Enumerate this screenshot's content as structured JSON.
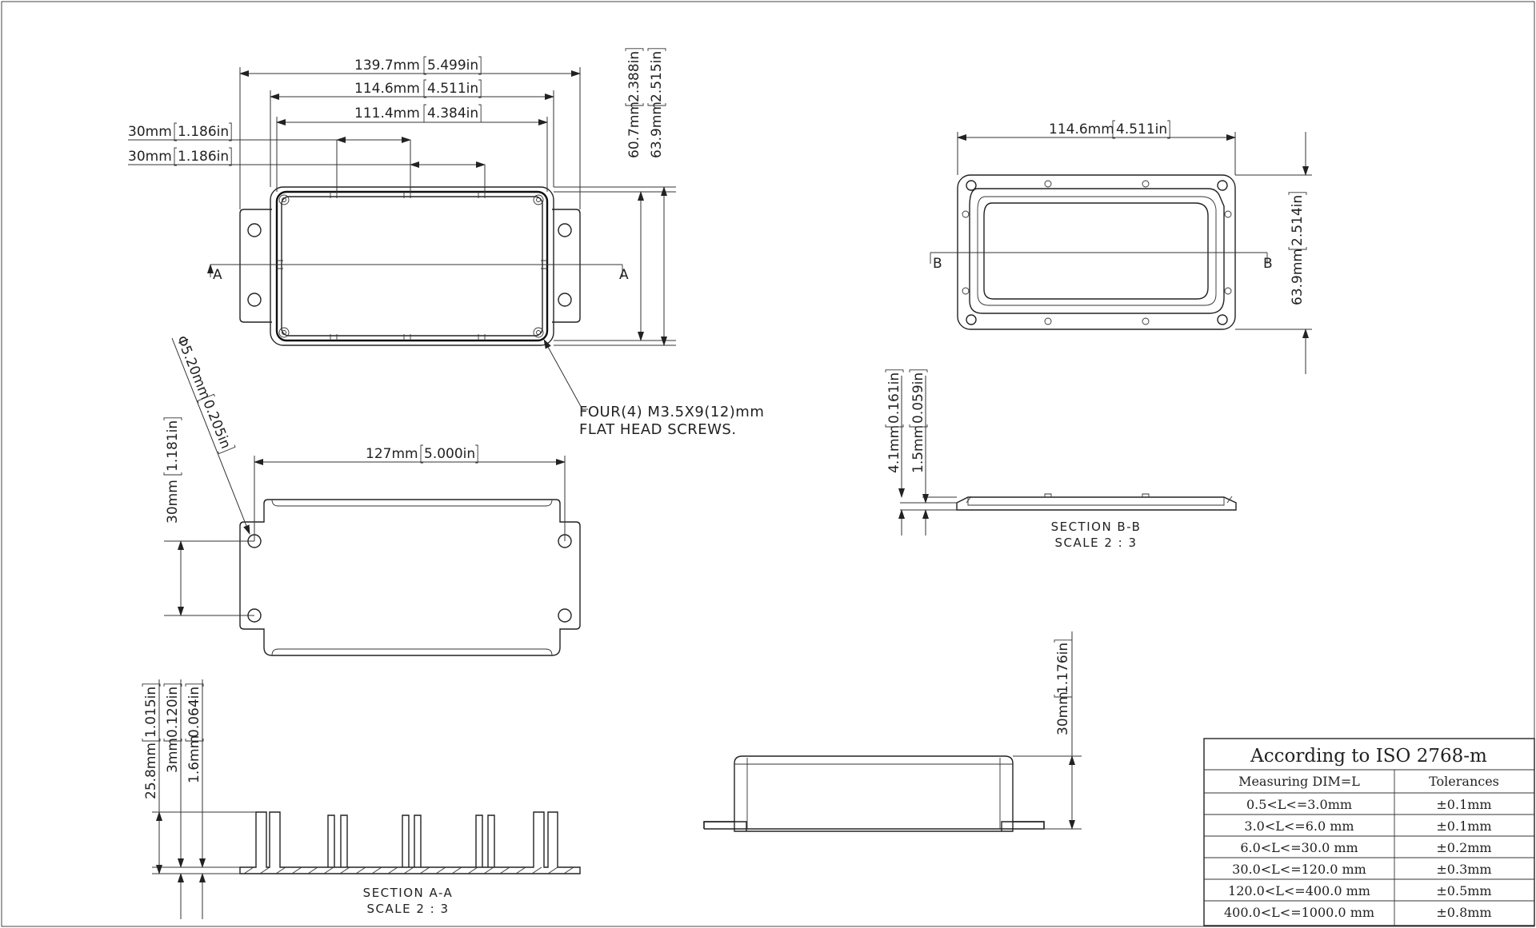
{
  "dims": {
    "top_overall": {
      "mm": "139.7mm",
      "inch": "5.499in"
    },
    "top_inner1": {
      "mm": "114.6mm",
      "inch": "4.511in"
    },
    "top_inner2": {
      "mm": "111.4mm",
      "inch": "4.384in"
    },
    "rib_spacing_1": {
      "mm": "30mm",
      "inch": "1.186in"
    },
    "rib_spacing_2": {
      "mm": "30mm",
      "inch": "1.186in"
    },
    "top_height_1": {
      "mm": "60.7mm",
      "inch": "2.388in"
    },
    "top_height_2": {
      "mm": "63.9mm",
      "inch": "2.515in"
    },
    "lid_width": {
      "mm": "114.6mm",
      "inch": "4.511in"
    },
    "lid_height": {
      "mm": "63.9mm",
      "inch": "2.514in"
    },
    "hole_dia": {
      "mm": "Φ5.20mm",
      "inch": "0.205in"
    },
    "flange_pitch": {
      "mm": "127mm",
      "inch": "5.000in"
    },
    "flange_height": {
      "mm": "30mm",
      "inch": "1.181in"
    },
    "lid_thick_1": {
      "mm": "4.1mm",
      "inch": "0.161in"
    },
    "lid_thick_2": {
      "mm": "1.5mm",
      "inch": "0.059in"
    },
    "box_height": {
      "mm": "25.8mm",
      "inch": "1.015in"
    },
    "wall_1": {
      "mm": "3mm",
      "inch": "0.120in"
    },
    "wall_2": {
      "mm": "1.6mm",
      "inch": "0.064in"
    },
    "side_height": {
      "mm": "30mm",
      "inch": "1.176in"
    }
  },
  "markers": {
    "a": "A",
    "b": "B"
  },
  "notes": {
    "screws_line1": "FOUR(4) M3.5X9(12)mm",
    "screws_line2": "FLAT HEAD SCREWS."
  },
  "sections": {
    "bb_title": "SECTION  B-B",
    "bb_scale": "SCALE  2 : 3",
    "aa_title": "SECTION  A-A",
    "aa_scale": "SCALE  2 : 3"
  },
  "tolerance_table": {
    "title": "According to ISO 2768-m",
    "headers": [
      "Measuring  DIM=L",
      "Tolerances"
    ],
    "rows": [
      [
        "0.5<L<=3.0mm",
        "±0.1mm"
      ],
      [
        "3.0<L<=6.0 mm",
        "±0.1mm"
      ],
      [
        "6.0<L<=30.0 mm",
        "±0.2mm"
      ],
      [
        "30.0<L<=120.0 mm",
        "±0.3mm"
      ],
      [
        "120.0<L<=400.0 mm",
        "±0.5mm"
      ],
      [
        "400.0<L<=1000.0 mm",
        "±0.8mm"
      ]
    ]
  }
}
